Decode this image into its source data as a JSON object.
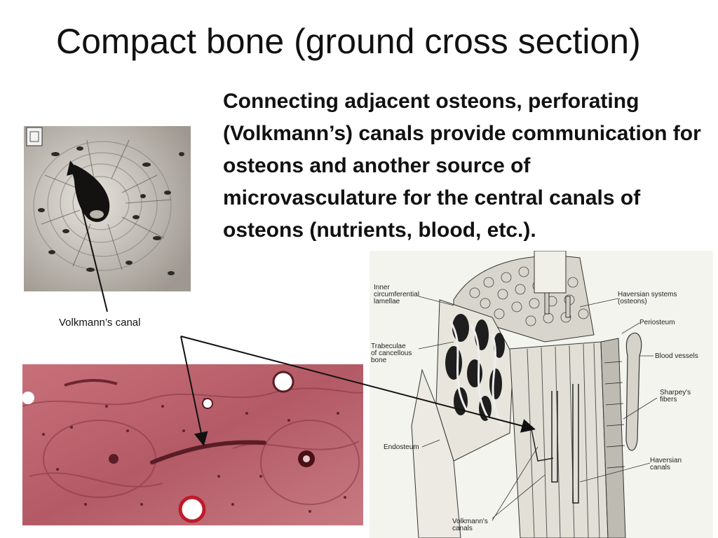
{
  "slide": {
    "title": "Compact bone (ground cross section)",
    "body": "Connecting adjacent osteons, perforating (Volkmann’s) canals provide communication for osteons and another source of microvasculature for the central canals of osteons (nutrients, blood, etc.).",
    "caption": "Volkmann’s canal"
  },
  "diagram": {
    "labels": {
      "inner": "Inner\ncircumferential\nlamellae",
      "haversian_systems": "Haversian systems\n(osteons)",
      "periosteum": "Periosteum",
      "trabeculae": "Trabeculae\nof cancellous\nbone",
      "blood_vessels": "Blood vessels",
      "sharpeys": "Sharpey's\nfibers",
      "endosteum": "Endosteum",
      "haversian_canals": "Haversian\ncanals",
      "volkmanns_canals": "Volkmann's\ncanals"
    }
  },
  "colors": {
    "ground_bg": "#cfcac3",
    "stain_bg": "#b85c68",
    "diagram_bg": "#f4f4ef"
  }
}
